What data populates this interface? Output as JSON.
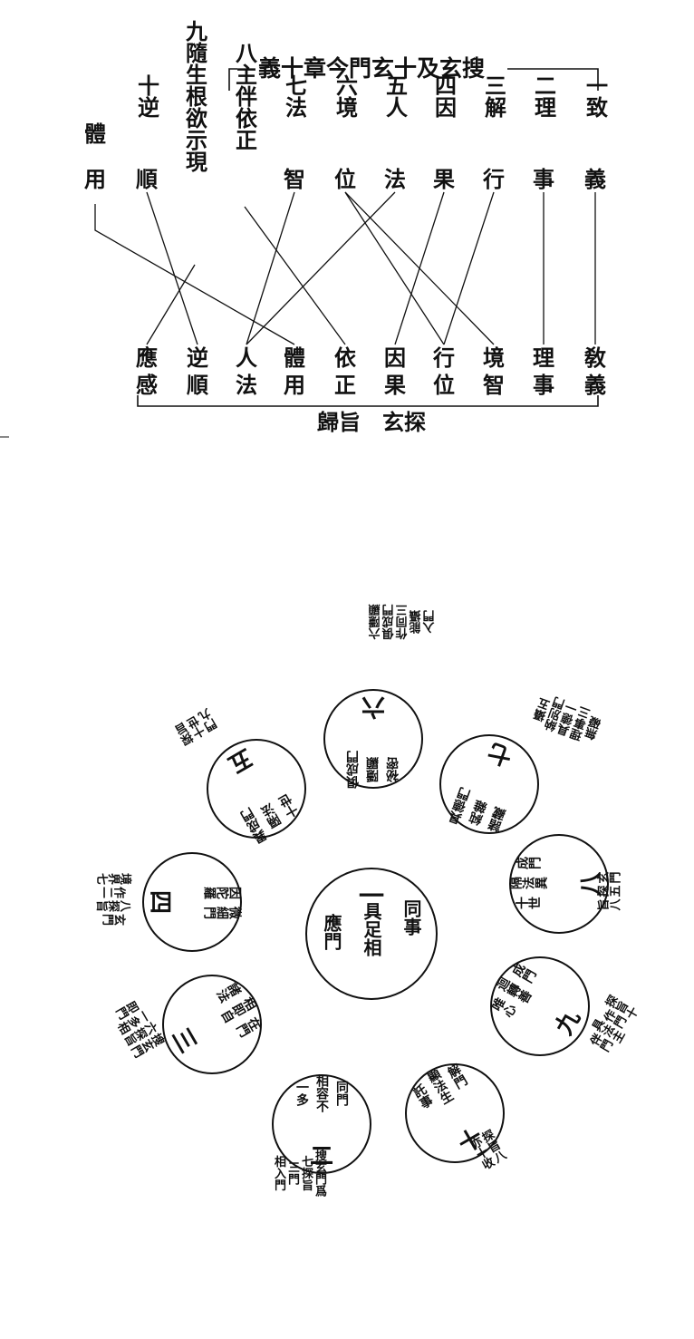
{
  "top_diagram": {
    "title": "義十章今門玄十及玄搜",
    "bottom_title": "歸旨　玄探",
    "columns": [
      {
        "label": "一致",
        "item": "義"
      },
      {
        "label": "二理",
        "item": "事"
      },
      {
        "label": "三解",
        "item": "行"
      },
      {
        "label": "四因",
        "item": "果"
      },
      {
        "label": "五人",
        "item": "法"
      },
      {
        "label": "六境",
        "item": "位"
      },
      {
        "label": "七法",
        "item": "智"
      },
      {
        "label": "八主伴依正",
        "item": ""
      },
      {
        "label": "九隨生根欲示現",
        "item": ""
      },
      {
        "label": "十逆",
        "item": "順"
      },
      {
        "label": "體",
        "item": "用"
      }
    ],
    "targets": [
      {
        "top": "敎",
        "bottom": "義"
      },
      {
        "top": "理",
        "bottom": "事"
      },
      {
        "top": "境",
        "bottom": "智"
      },
      {
        "top": "行",
        "bottom": "位"
      },
      {
        "top": "因",
        "bottom": "果"
      },
      {
        "top": "依",
        "bottom": "正"
      },
      {
        "top": "體",
        "bottom": "用"
      },
      {
        "top": "人",
        "bottom": "法"
      },
      {
        "top": "逆",
        "bottom": "順"
      },
      {
        "top": "應",
        "bottom": "感"
      }
    ]
  },
  "circle_diagram": {
    "center": {
      "numeral": "一",
      "texts": [
        "同事",
        "具足相",
        "應門"
      ]
    },
    "circles": [
      {
        "id": "六",
        "numeral": "六",
        "texts": [
          "祕密",
          "隱顯",
          "俱成門"
        ],
        "note": [
          "六隱顯",
          "俱成門",
          "作同三",
          "能攝",
          "入門"
        ]
      },
      {
        "id": "七",
        "numeral": "七",
        "texts": [
          "諸藏",
          "純雜",
          "具德門"
        ],
        "note": [
          "攝五",
          "納別門",
          "具德一",
          "理事三",
          "無礙"
        ]
      },
      {
        "id": "八",
        "numeral": "八",
        "texts": [
          "十世",
          "隔法異",
          "成門"
        ],
        "note": [
          "玄門",
          "探五",
          "旨八"
        ]
      },
      {
        "id": "九",
        "numeral": "九",
        "texts": [
          "唯心",
          "迴轉善",
          "成門"
        ],
        "note": [
          "探旨十",
          "作門",
          "具法主",
          "伴門"
        ]
      },
      {
        "id": "十",
        "numeral": "十",
        "texts": [
          "託事",
          "顯法生",
          "解門"
        ],
        "note": [
          "探旨八",
          "亦十收"
        ]
      },
      {
        "id": "二",
        "numeral": "二",
        "texts": [
          "一多",
          "相容不",
          "同門"
        ],
        "note": [
          "搜玄門爲",
          "七探旨",
          "三門",
          "相入門"
        ]
      },
      {
        "id": "三",
        "numeral": "三",
        "texts": [
          "諸法",
          "相即自",
          "在門"
        ],
        "note": [
          "搜玄門",
          "六探旨",
          "一多相",
          "即門"
        ]
      },
      {
        "id": "四",
        "numeral": "四",
        "texts": [
          "因陀羅",
          "微細門"
        ],
        "note": [
          "玄門",
          "八探旨",
          "作二",
          "境界七"
        ]
      },
      {
        "id": "五",
        "numeral": "五",
        "texts": [
          "十世",
          "隔法",
          "異成門"
        ],
        "note": [
          "探旨",
          "十世",
          "門九"
        ]
      }
    ]
  }
}
